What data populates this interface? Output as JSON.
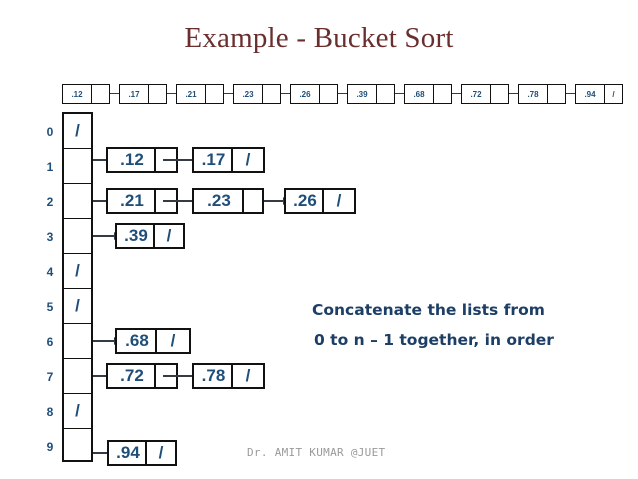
{
  "slide": {
    "title": "Example - Bucket Sort",
    "footer": "Dr. AMIT KUMAR @JUET",
    "title_color": "#6b2e2e",
    "ink_color": "#1f4e79"
  },
  "annotation": {
    "line1": "Concatenate the lists from",
    "line2": "0 to n – 1 together, in order"
  },
  "null_symbol": "/",
  "concatenated_list": {
    "label": "concatenated-sorted-list",
    "nodes": [
      {
        "value": ".12",
        "next": ""
      },
      {
        "value": ".17",
        "next": ""
      },
      {
        "value": ".21",
        "next": ""
      },
      {
        "value": ".23",
        "next": ""
      },
      {
        "value": ".26",
        "next": ""
      },
      {
        "value": ".39",
        "next": ""
      },
      {
        "value": ".68",
        "next": ""
      },
      {
        "value": ".72",
        "next": ""
      },
      {
        "value": ".78",
        "next": ""
      },
      {
        "value": ".94",
        "next": "/"
      }
    ]
  },
  "bucket_array": {
    "label": "bucket-array",
    "buckets": [
      {
        "index": "0",
        "empty_mark": "/",
        "nodes": []
      },
      {
        "index": "1",
        "empty_mark": "",
        "nodes": [
          {
            "value": ".12",
            "next": ""
          },
          {
            "value": ".17",
            "next": "/"
          }
        ]
      },
      {
        "index": "2",
        "empty_mark": "",
        "nodes": [
          {
            "value": ".21",
            "next": ""
          },
          {
            "value": ".23",
            "next": ""
          },
          {
            "value": ".26",
            "next": "/"
          }
        ]
      },
      {
        "index": "3",
        "empty_mark": "",
        "nodes": [
          {
            "value": ".39",
            "next": "/"
          }
        ]
      },
      {
        "index": "4",
        "empty_mark": "/",
        "nodes": []
      },
      {
        "index": "5",
        "empty_mark": "/",
        "nodes": []
      },
      {
        "index": "6",
        "empty_mark": "",
        "nodes": [
          {
            "value": ".68",
            "next": "/"
          }
        ]
      },
      {
        "index": "7",
        "empty_mark": "",
        "nodes": [
          {
            "value": ".72",
            "next": ""
          },
          {
            "value": ".78",
            "next": "/"
          }
        ]
      },
      {
        "index": "8",
        "empty_mark": "/",
        "nodes": []
      },
      {
        "index": "9",
        "empty_mark": "",
        "nodes": [
          {
            "value": ".94",
            "next": "/"
          }
        ]
      }
    ]
  }
}
